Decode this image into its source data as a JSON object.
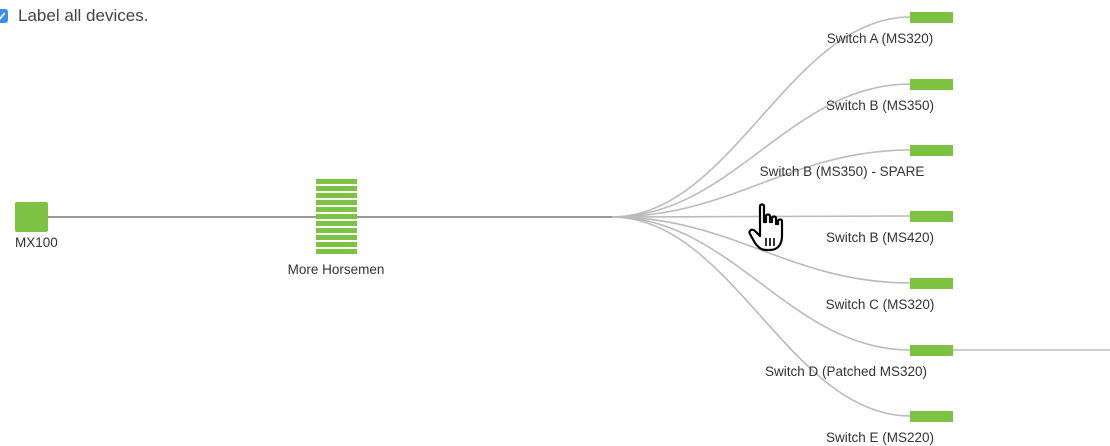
{
  "options": {
    "label_all_devices": "Label all devices.",
    "label_all_checked": true
  },
  "devices": {
    "mx": "MX100",
    "stack": "More Horsemen",
    "switches": [
      "Switch A (MS320)",
      "Switch B (MS350)",
      "Switch B (MS350) - SPARE",
      "Switch B (MS420)",
      "Switch C (MS320)",
      "Switch D (Patched MS320)",
      "Switch E (MS220)"
    ]
  },
  "colors": {
    "device": "#7dc242",
    "link": "#bbbbbb",
    "trunk": "#777777",
    "checkbox": "#3b8fe6"
  },
  "icons": {
    "cursor": "hand-pointer-icon"
  }
}
